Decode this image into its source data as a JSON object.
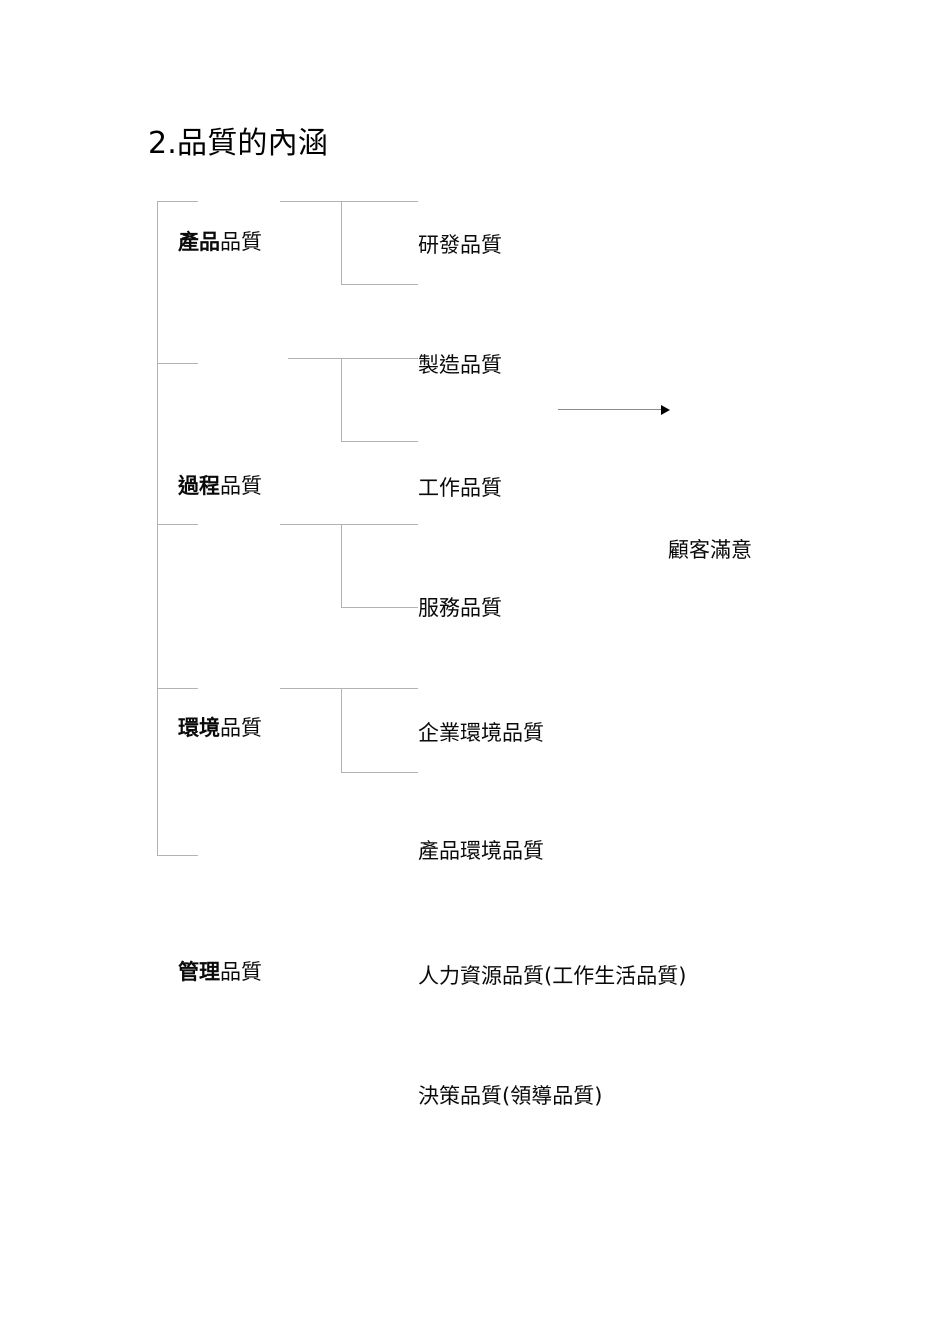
{
  "document": {
    "title": "2.品質的內涵"
  },
  "diagram": {
    "type": "bracket-tree",
    "outcome": {
      "label": "顧客滿意",
      "arrow_icon": "right-arrow-icon"
    },
    "categories": [
      {
        "prefix": "產品",
        "suffix": "品質",
        "full": "產品品質",
        "children": [
          {
            "label": "研發品質"
          }
        ]
      },
      {
        "prefix": "過程",
        "suffix": "品質",
        "full": "過程品質",
        "children": [
          {
            "label": "製造品質"
          },
          {
            "label": "工作品質"
          },
          {
            "label": "服務品質"
          }
        ]
      },
      {
        "prefix": "環境",
        "suffix": "品質",
        "full": "環境品質",
        "children": [
          {
            "label": "企業環境品質"
          },
          {
            "label": "產品環境品質"
          }
        ]
      },
      {
        "prefix": "管理",
        "suffix": "品質",
        "full": "管理品質",
        "children": [
          {
            "label": "人力資源品質(工作生活品質)"
          },
          {
            "label": "決策品質(領導品質)"
          }
        ]
      }
    ]
  },
  "colors": {
    "text": "#0a0a0a",
    "line": "#b3b3b3",
    "arrow": "#000000",
    "background": "#ffffff"
  }
}
